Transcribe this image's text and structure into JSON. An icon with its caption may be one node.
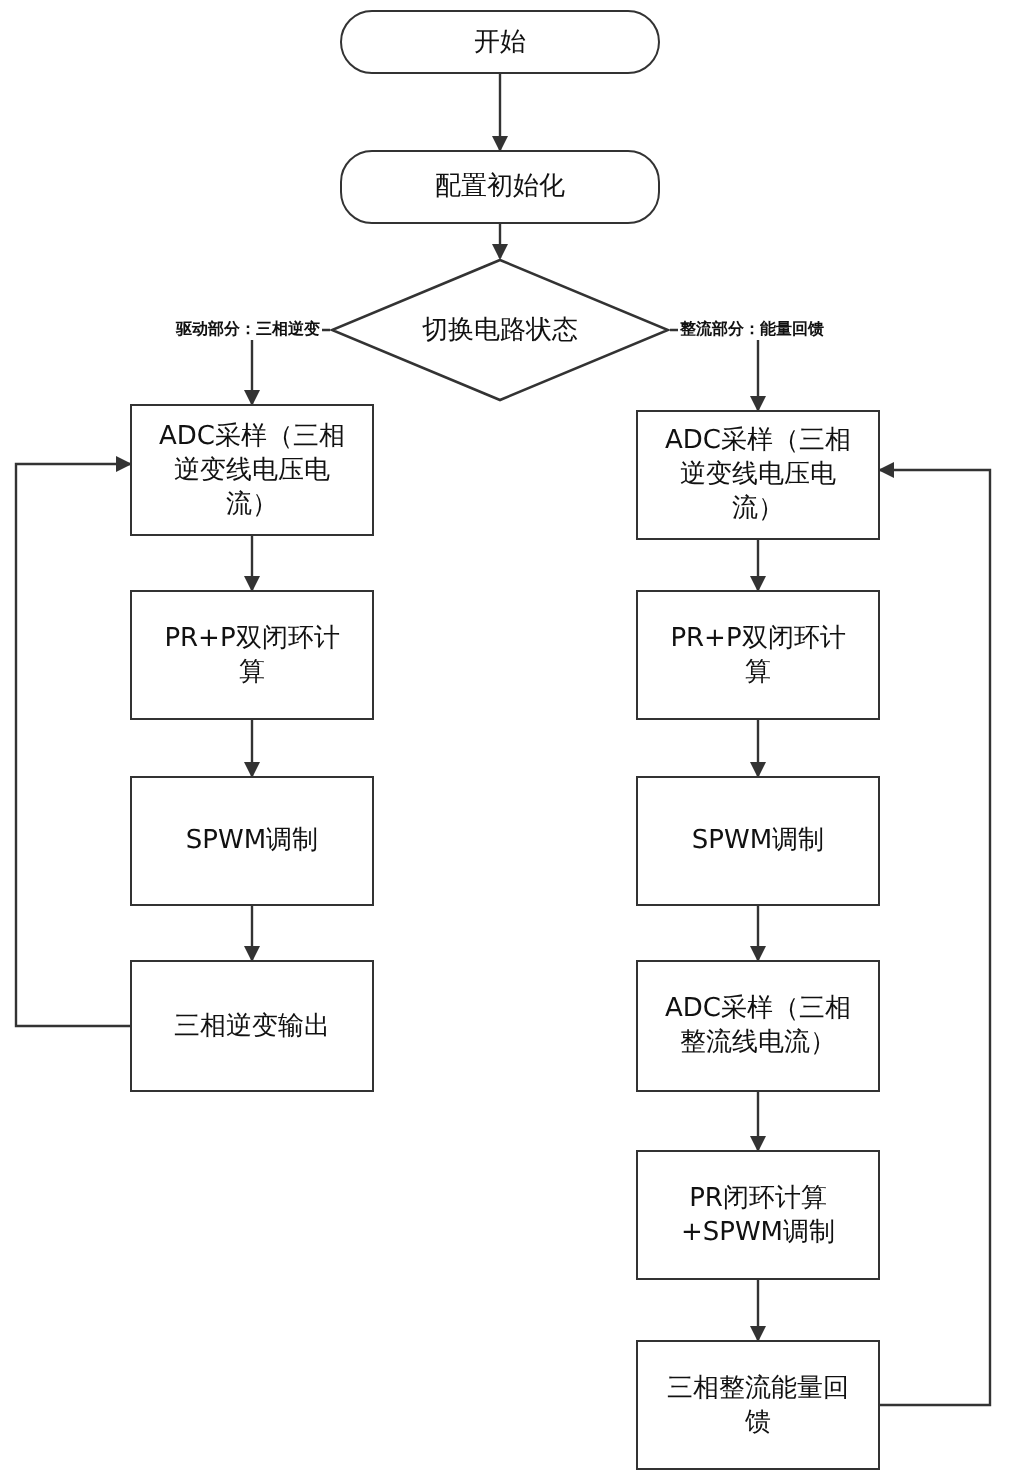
{
  "diagram": {
    "nodes": [
      {
        "text": [
          "开始"
        ]
      },
      {
        "text": [
          "配置初始化"
        ]
      },
      {
        "text": [
          "切换电路状态"
        ]
      },
      {
        "text": [
          "ADC采样（三相逆变线电压电流）"
        ]
      },
      {
        "text": [
          "PR+P双闭环计算"
        ]
      },
      {
        "text": [
          "SPWM调制"
        ]
      },
      {
        "text": [
          "三相逆变输出"
        ]
      },
      {
        "text": [
          "ADC采样（三相逆变线电压电流）"
        ]
      },
      {
        "text": [
          "PR+P双闭环计算"
        ]
      },
      {
        "text": [
          "SPWM调制"
        ]
      },
      {
        "text": [
          "ADC采样（三相整流线电流）"
        ]
      },
      {
        "text": [
          "PR闭环计算+SPWM调制"
        ]
      },
      {
        "text": [
          "三相整流能量回馈"
        ]
      }
    ],
    "edges": [
      {
        "from": 0,
        "to": 1,
        "arrow": "to"
      },
      {
        "from": 1,
        "to": 2,
        "arrow": "to"
      },
      {
        "from": 2,
        "to": 3,
        "arrow": "to",
        "label": "驱动部分：三相逆变"
      },
      {
        "from": 2,
        "to": 7,
        "arrow": "to",
        "label": "整流部分：能量回馈"
      },
      {
        "from": 3,
        "to": 4,
        "arrow": "to"
      },
      {
        "from": 4,
        "to": 5,
        "arrow": "to"
      },
      {
        "from": 5,
        "to": 6,
        "arrow": "to"
      },
      {
        "from": 6,
        "to": 3,
        "arrow": "to"
      },
      {
        "from": 7,
        "to": 8,
        "arrow": "to"
      },
      {
        "from": 8,
        "to": 9,
        "arrow": "to"
      },
      {
        "from": 9,
        "to": 10,
        "arrow": "to"
      },
      {
        "from": 10,
        "to": 11,
        "arrow": "to"
      },
      {
        "from": 11,
        "to": 12,
        "arrow": "to"
      },
      {
        "from": 12,
        "to": 7,
        "arrow": "to"
      }
    ]
  }
}
